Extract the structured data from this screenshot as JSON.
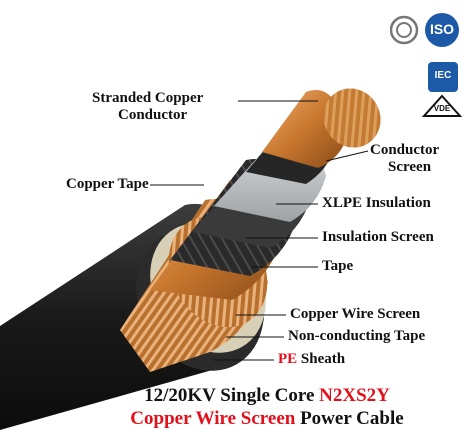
{
  "labels": {
    "stranded": [
      "Stranded Copper",
      "Conductor"
    ],
    "conductor_screen": [
      "Conductor",
      "Screen"
    ],
    "copper_tape": "Copper Tape",
    "xlpe": "XLPE Insulation",
    "insulation_screen": "Insulation Screen",
    "tape": "Tape",
    "copper_wire_screen": "Copper Wire Screen",
    "non_conducting_tape": "Non-conducting Tape",
    "pe": "PE",
    "sheath": " Sheath"
  },
  "caption": {
    "line1_prefix": "12/20KV Single Core ",
    "line1_model": "N2XS2Y",
    "line2_red": "Copper Wire Screen",
    "line2_rest": " Power Cable"
  },
  "badges": {
    "iso": "ISO",
    "iec": "IEC",
    "vde": "VDE"
  },
  "colors": {
    "sheath": "#1b1b1b",
    "copper": "#c8772e",
    "xlpe": "#cfd2d4",
    "screen": "#3a3a3a",
    "accent_red": "#e3101b",
    "badge_blue": "#1c5aa8"
  }
}
